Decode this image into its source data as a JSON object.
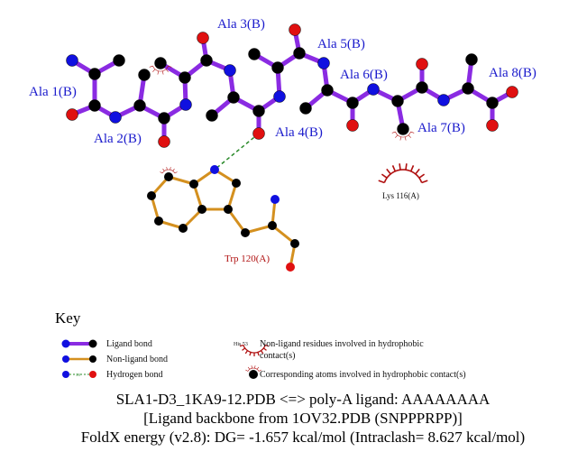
{
  "ligand_residues": [
    "Ala 1(B)",
    "Ala 2(B)",
    "Ala 3(B)",
    "Ala 4(B)",
    "Ala 5(B)",
    "Ala 6(B)",
    "Ala 7(B)",
    "Ala 8(B)"
  ],
  "non_ligand_residue": "Trp 120(A)",
  "hydrophobic_residue": "Lys 116(A)",
  "key": {
    "title": "Key",
    "ligand_bond": "Ligand bond",
    "non_ligand_bond": "Non-ligand bond",
    "hydrogen_bond": "Hydrogen bond",
    "hbond_length": "3.0",
    "example_residue": "His 53",
    "hydrophobic_residues_line1": "Non-ligand residues involved in hydrophobic",
    "hydrophobic_residues_line2": "contact(s)",
    "corresponding_atoms": "Corresponding atoms involved in hydrophobic contact(s)"
  },
  "caption": {
    "line1": "SLA1-D3_1KA9-12.PDB <=> poly-A ligand: AAAAAAAA",
    "line2": "[Ligand backbone from 1OV32.PDB (SNPPPRPP)]",
    "line3": "FoldX energy (v2.8): DG= -1.657 kcal/mol (Intraclash= 8.627 kcal/mol)"
  },
  "colors": {
    "ligand_bond": "#8a2be2",
    "non_ligand_bond": "#d4901f",
    "carbon": "#000000",
    "nitrogen": "#1010e0",
    "oxygen": "#e01010",
    "hbond": "#2a8a2a",
    "residue_label": "#1a1acc",
    "hydrophobic": "#b01010"
  }
}
